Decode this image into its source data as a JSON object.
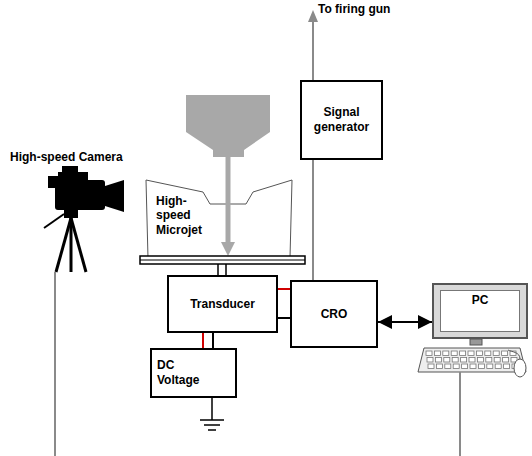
{
  "diagram": {
    "nodes": [
      {
        "text": [
          "Signal generator"
        ]
      },
      {
        "text": [
          "Transducer"
        ]
      },
      {
        "text": [
          "CRO"
        ]
      },
      {
        "text": [
          "PC"
        ]
      },
      {
        "text": [
          "DC Voltage"
        ]
      }
    ],
    "edges": [
      {
        "from": 2,
        "to": 0,
        "arrow": "none"
      },
      {
        "from": 1,
        "to": 2,
        "arrow": "none"
      },
      {
        "from": 1,
        "to": 4,
        "arrow": "none"
      },
      {
        "from": 2,
        "to": 3,
        "arrow": "both"
      }
    ],
    "labels": [
      "To firing gun",
      "High-speed Camera",
      "High-speed Microjet"
    ]
  }
}
